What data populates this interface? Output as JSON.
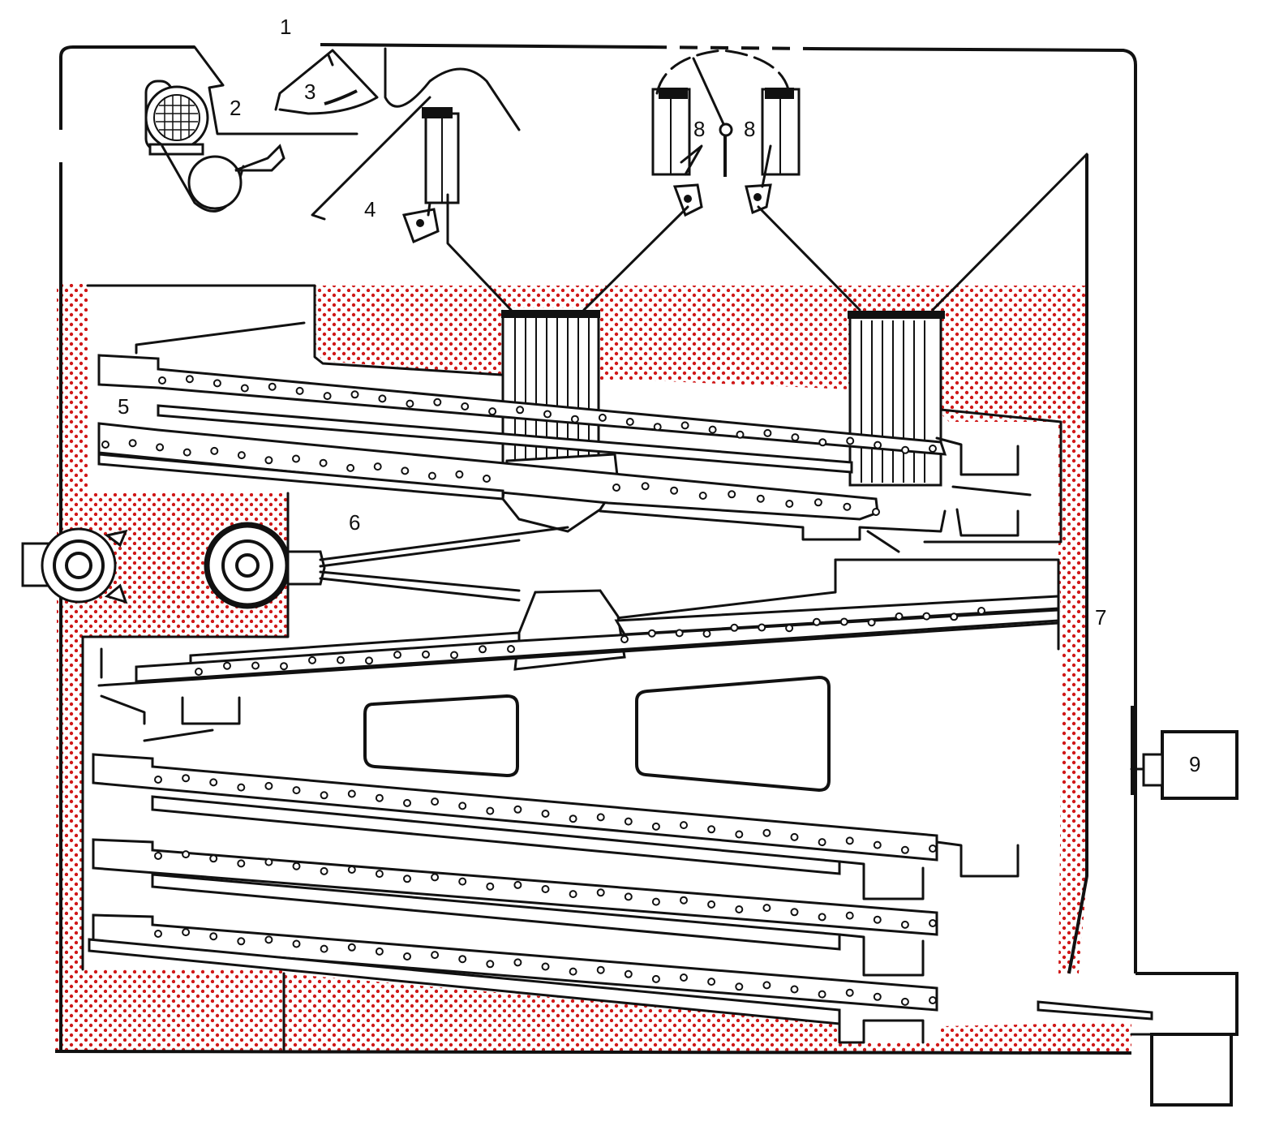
{
  "colors": {
    "insulation_dots": "#d01818",
    "line": "#111111",
    "background": "#ffffff"
  },
  "labels": {
    "l1": "1",
    "l2": "2",
    "l3": "3",
    "l4": "4",
    "l5": "5",
    "l6": "6",
    "l7": "7",
    "l8a": "8",
    "l8b": "8",
    "l9": "9"
  }
}
